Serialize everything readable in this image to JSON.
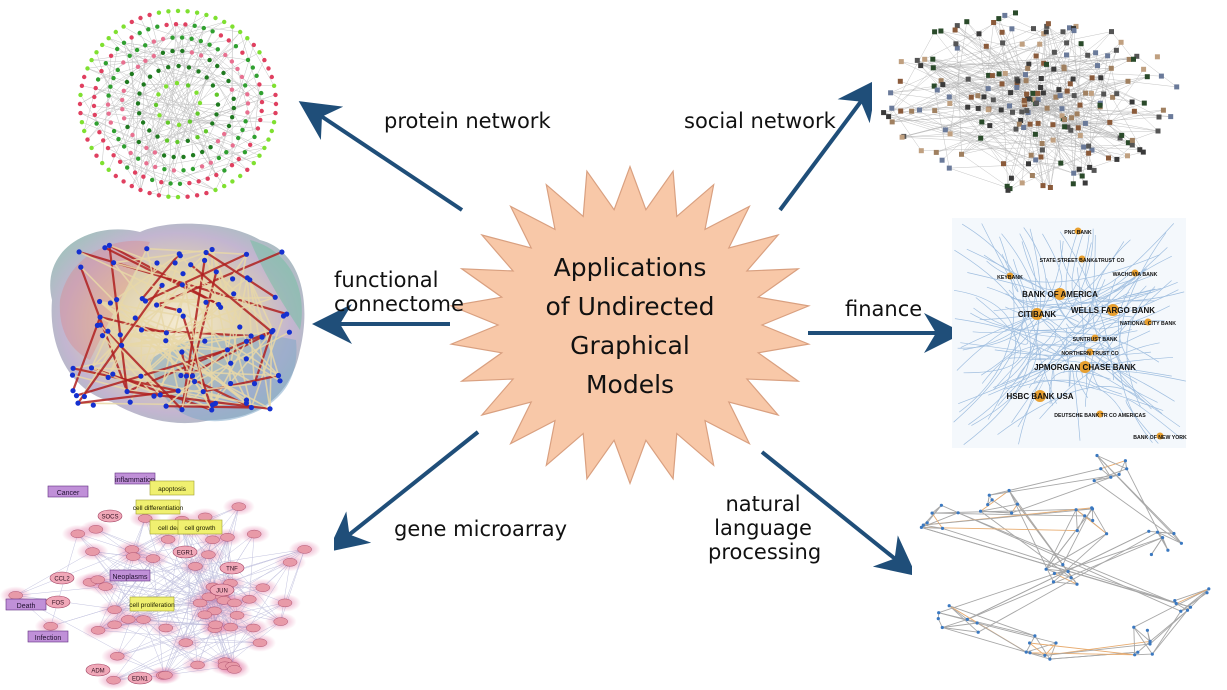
{
  "center": {
    "lines": [
      "Applications",
      "of Undirected",
      "Graphical",
      "Models"
    ],
    "fill": "#f8c8a8",
    "stroke": "#d9a080"
  },
  "arrow_color": "#1f4e79",
  "applications": {
    "protein": "protein network",
    "social": "social network",
    "functional_line1": "functional",
    "functional_line2": "connectome",
    "finance": "finance",
    "gene": "gene microarray",
    "nlp_line1": "natural",
    "nlp_line2": "language",
    "nlp_line3": "processing"
  },
  "finance_graph": {
    "nodes": [
      "PNC BANK",
      "STATE STREET BANK&TRUST CO",
      "KEYBANK",
      "WACHOVIA BANK",
      "BANK OF AMERICA",
      "WELLS FARGO BANK",
      "CITIBANK",
      "NATIONAL CITY BANK",
      "SUNTRUST BANK",
      "NORTHERN TRUST CO",
      "JPMORGAN CHASE BANK",
      "HSBC BANK USA",
      "DEUTSCHE BANK TR CO AMERICAS",
      "BANK OF NEW YORK"
    ]
  },
  "gene_graph": {
    "purple_labels": [
      "Cancer",
      "inflammation",
      "Death",
      "Infection",
      "Neoplasms"
    ],
    "yellow_labels": [
      "apoptosis",
      "cell differentiation",
      "cell death",
      "cell growth",
      "cell proliferation"
    ],
    "gene_labels": [
      "SOCS",
      "EGR1",
      "CCL2",
      "FOS",
      "JUN",
      "TNF",
      "ADM",
      "EDN1"
    ]
  }
}
